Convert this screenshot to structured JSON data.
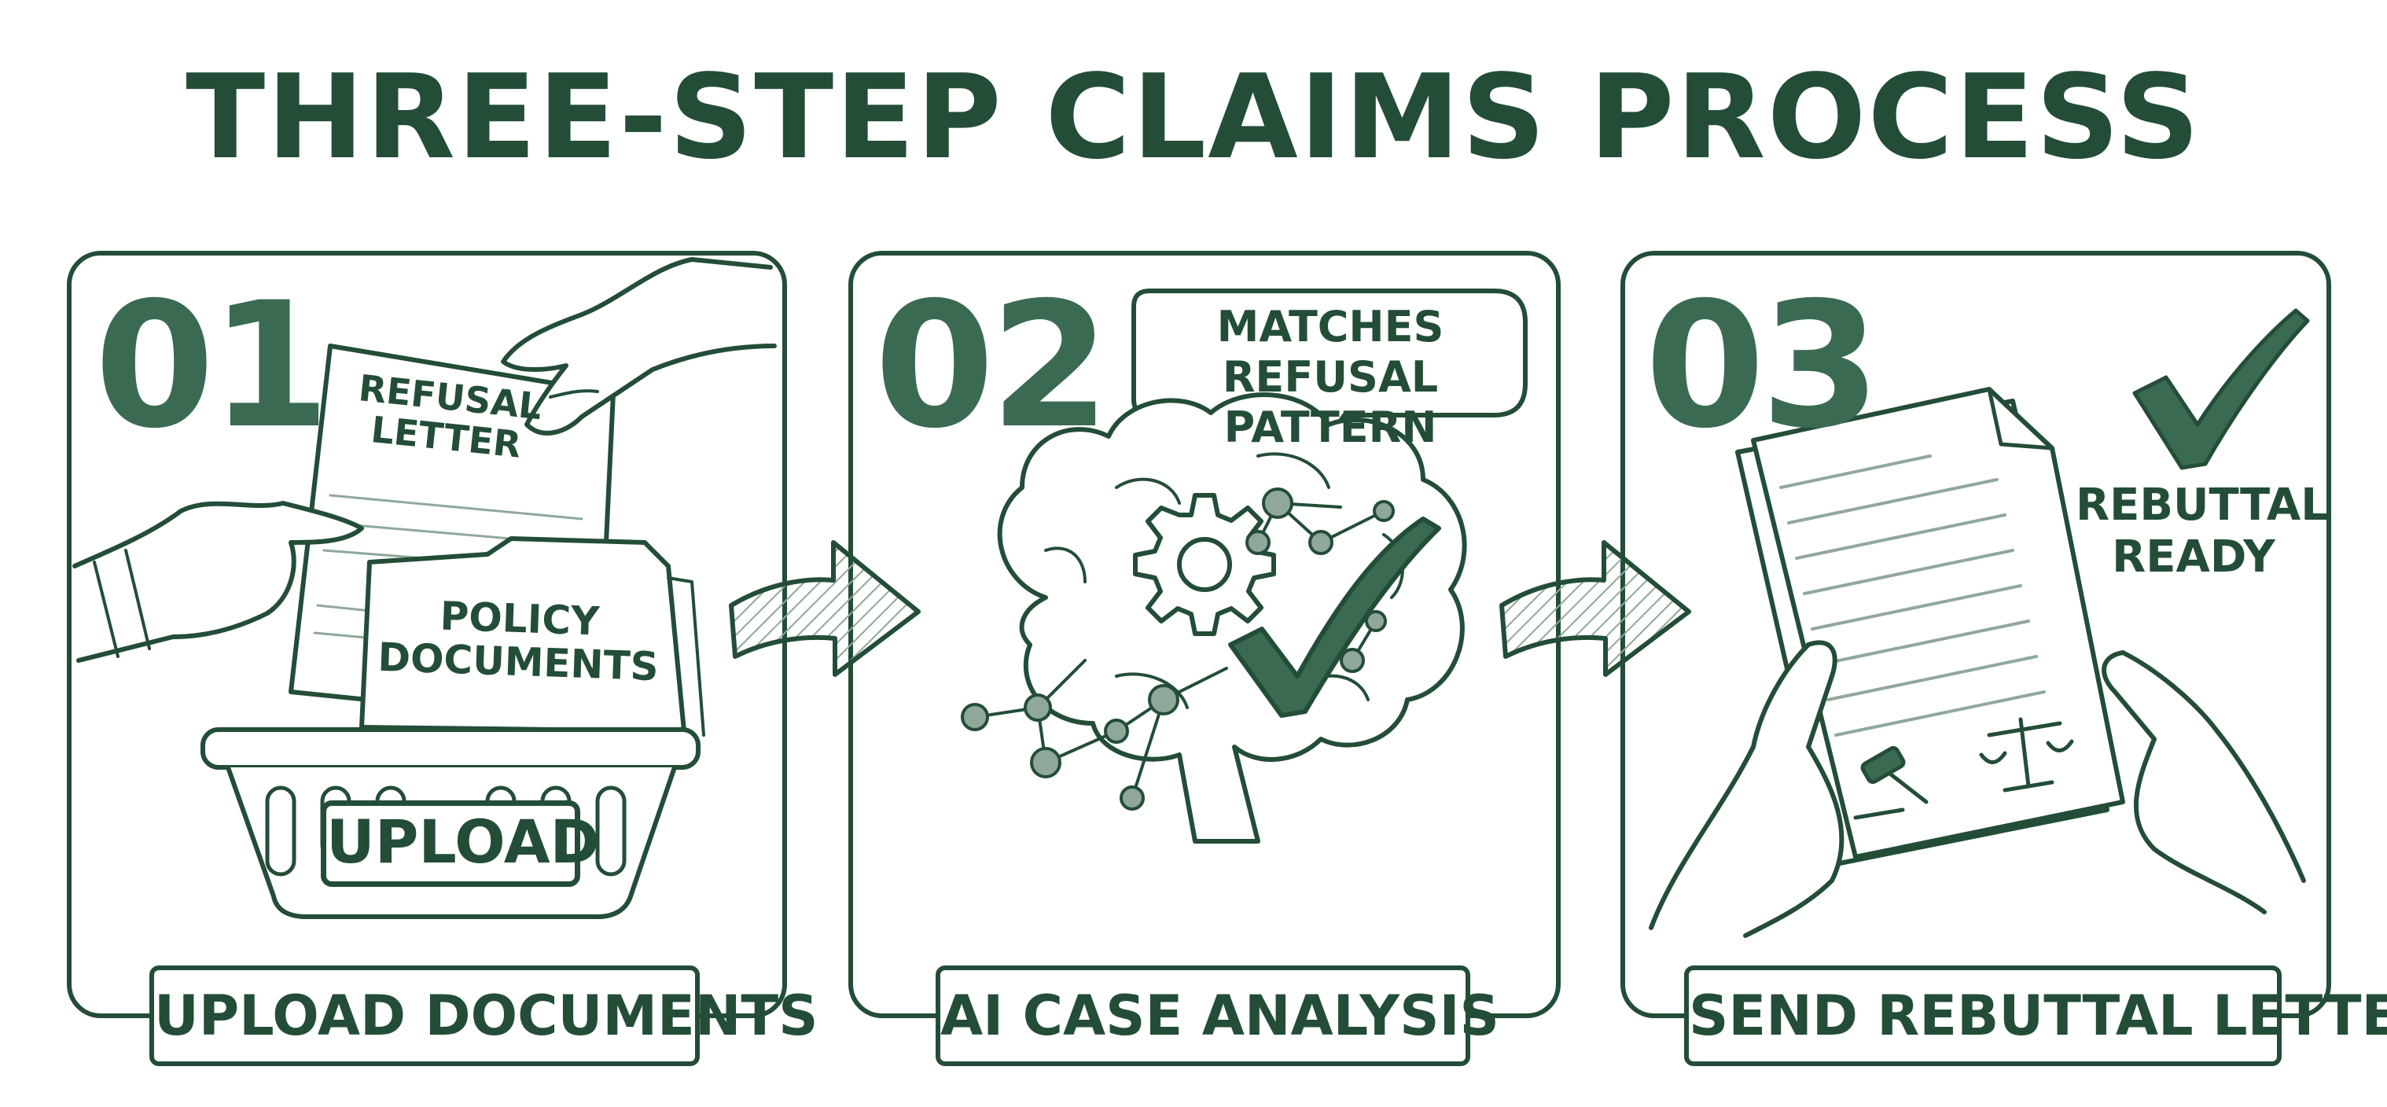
{
  "title": "THREE-STEP CLAIMS PROCESS",
  "colors": {
    "ink": "#234d37",
    "ink_light": "#3a6b52",
    "shade": "#8fa89a",
    "paper": "#ffffff"
  },
  "steps": [
    {
      "number": "01",
      "caption": "UPLOAD DOCUMENTS",
      "refusal_letter": "REFUSAL\nLETTER",
      "policy_documents": "POLICY\nDOCUMENTS",
      "upload_tag": "UPLOAD"
    },
    {
      "number": "02",
      "caption": "AI CASE ANALYSIS",
      "bubble": "MATCHES REFUSAL\nPATTERN"
    },
    {
      "number": "03",
      "caption": "SEND REBUTTAL LETTER",
      "status": "REBUTTAL\nREADY"
    }
  ]
}
